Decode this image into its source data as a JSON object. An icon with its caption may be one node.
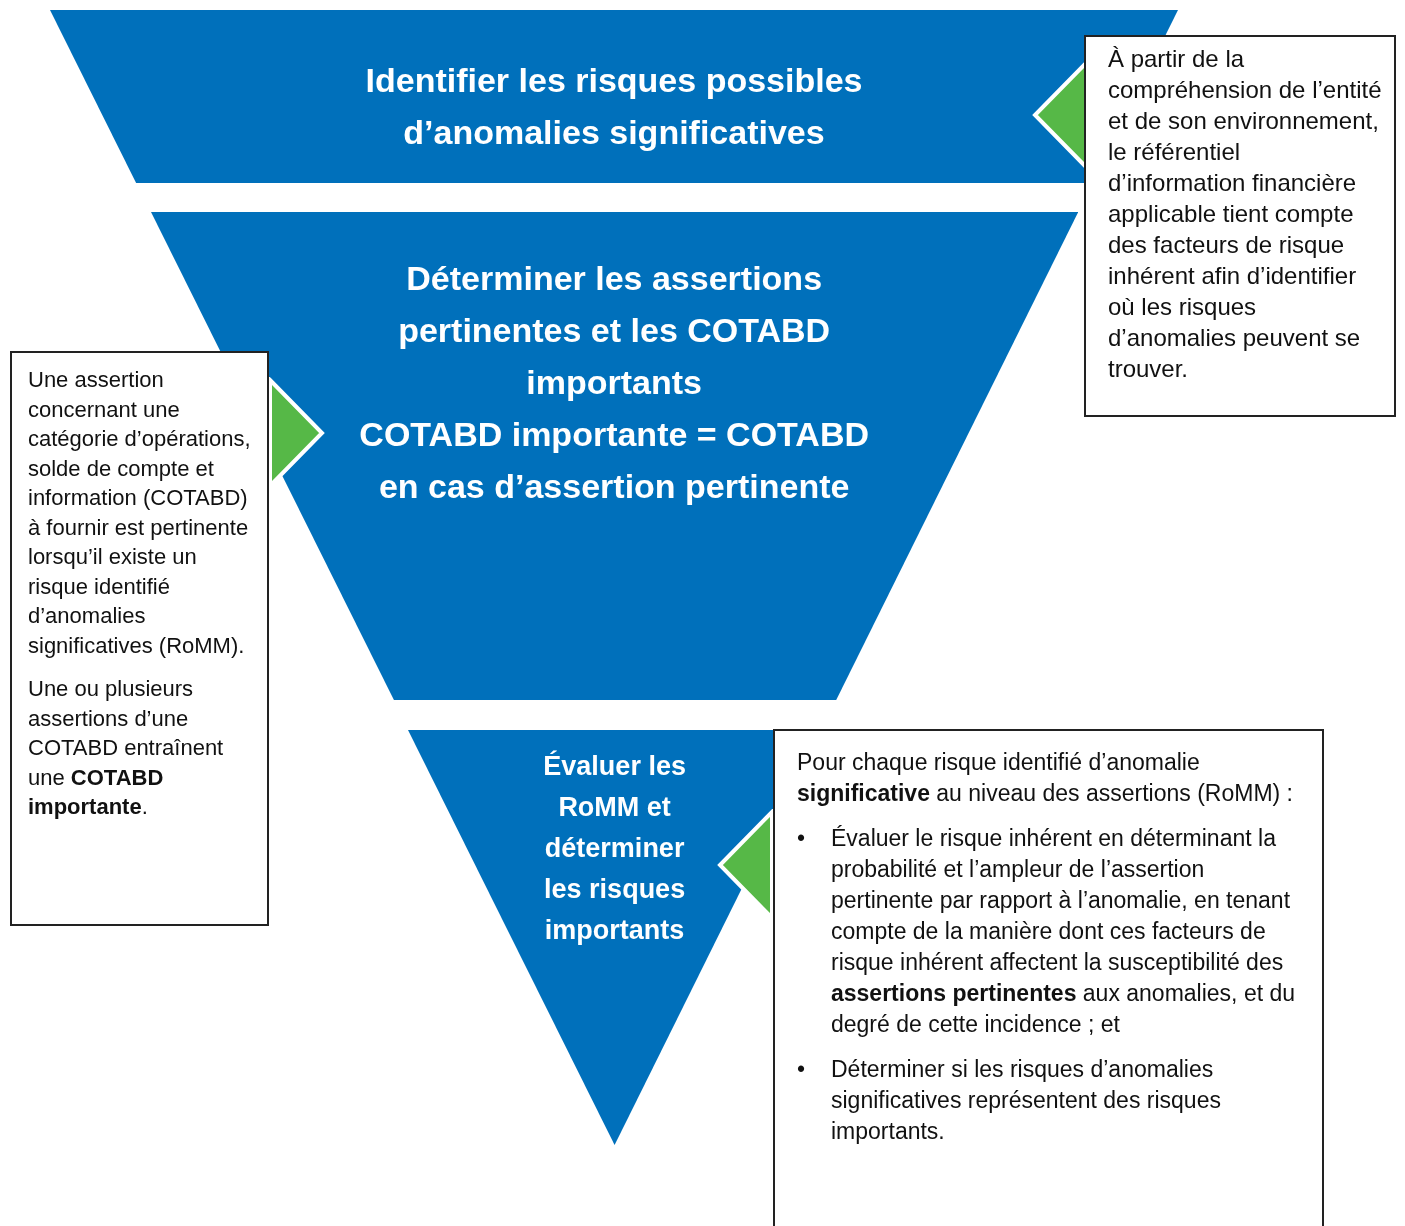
{
  "diagram": {
    "nodes": [
      {
        "text": [
          "Identifier les risques possibles d’anomalies significatives"
        ]
      },
      {
        "text": [
          "Déterminer les assertions pertinentes et les COTABD importants",
          "COTABD importante = COTABD en cas d’assertion pertinente"
        ]
      },
      {
        "text": [
          "Évaluer les RoMM et déterminer les risques importants"
        ]
      },
      {
        "text": [
          "À partir de la compréhension de l’entité et de son environnement, le référentiel d’information financière applicable tient compte des facteurs de risque inhérent afin d’identifier où les risques d’anomalies peuvent se trouver."
        ]
      },
      {
        "text": [
          "Une assertion concernant une catégorie d’opérations, solde de compte et information (COTABD) à fournir est pertinente lorsqu’il existe un risque identifié d’anomalies significatives (RoMM).",
          "Une ou plusieurs assertions d’une COTABD entraînent une **COTABD importante**."
        ]
      },
      {
        "text": [
          "Pour chaque risque identifié d’anomalie **significative** au niveau des assertions (RoMM) :",
          "Évaluer le risque inhérent en déterminant la probabilité et l’ampleur de l’assertion pertinente par rapport à l’anomalie, en tenant compte de la manière dont ces facteurs de risque inhérent affectent la susceptibilité des **assertions pertinentes** aux anomalies, et du degré de cette incidence ; et",
          "Déterminer si les risques d’anomalies significatives représentent des risques importants."
        ]
      }
    ],
    "edges": [
      {
        "from": 3,
        "to": 0,
        "arrow": "to"
      },
      {
        "from": 4,
        "to": 1,
        "arrow": "to"
      },
      {
        "from": 5,
        "to": 2,
        "arrow": "to"
      }
    ],
    "labels": [
      "•",
      "•"
    ]
  }
}
